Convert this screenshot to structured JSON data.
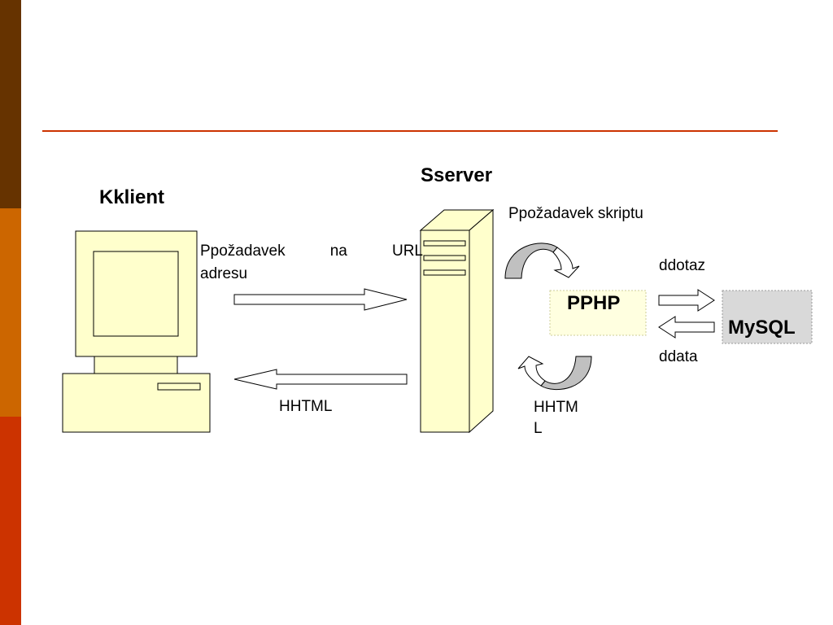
{
  "colors": {
    "sidebar_top": "#663300",
    "sidebar_mid": "#cc6600",
    "sidebar_bottom": "#cc3300",
    "rule": "#cc3300",
    "machine_fill": "#ffffcc",
    "php_fill": "#ffffe0",
    "mysql_fill": "#d9d9d9",
    "curved_arrow_fill": "#c0c0c0"
  },
  "labels": {
    "client": "Kklient",
    "server": "Sserver",
    "request_word1": "Ppožadavek",
    "request_word2": "na",
    "request_word3": "URL",
    "request_line2": "adresu",
    "html_back": "HHTML",
    "script_request": "Ppožadavek skriptu",
    "php": "PPHP",
    "query": "ddotaz",
    "data": "ddata",
    "mysql": "MySQL",
    "html_php_line1": "HHTM",
    "html_php_line2": "L"
  }
}
